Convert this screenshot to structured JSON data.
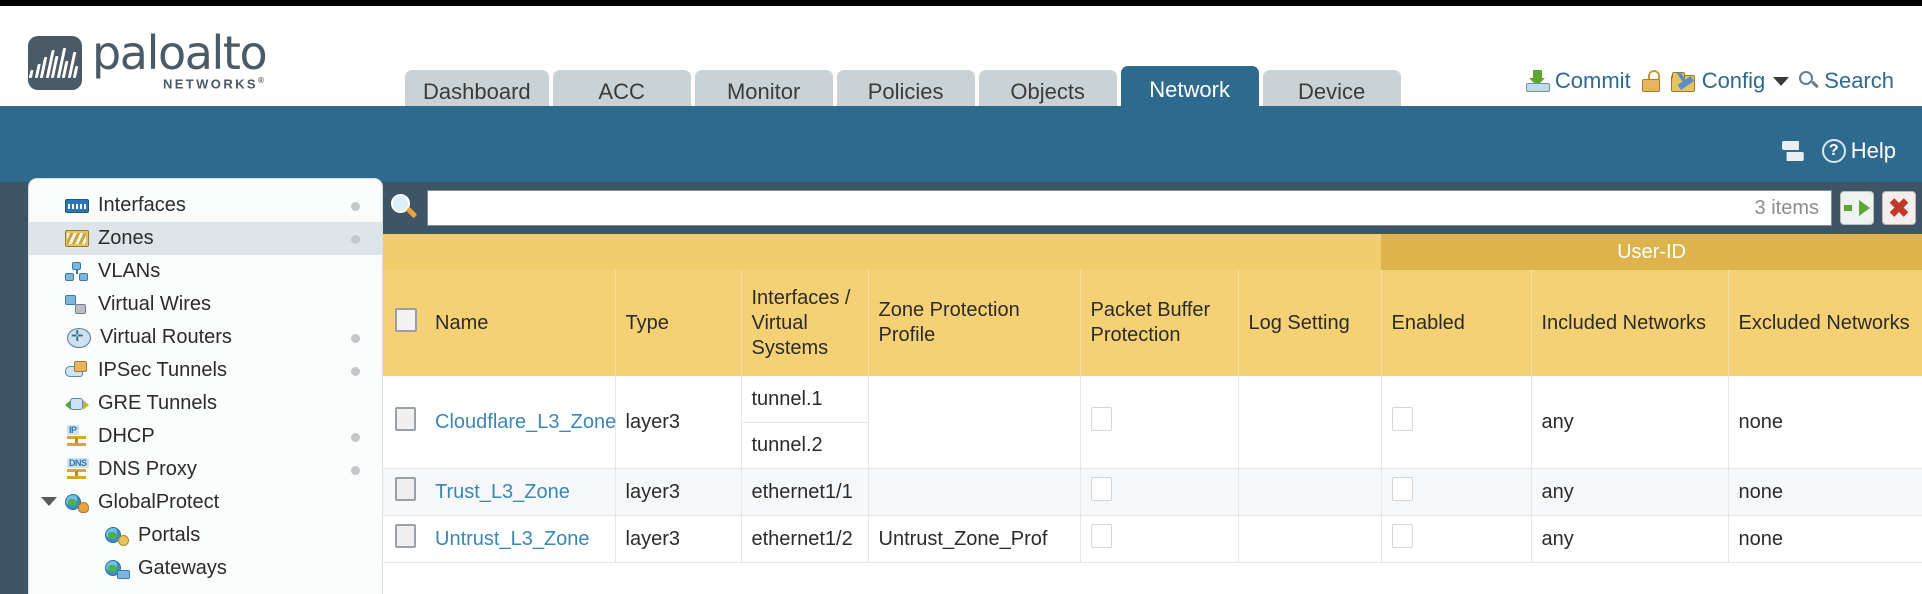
{
  "brand": {
    "name": "paloalto",
    "sub": "NETWORKS",
    "reg": "®"
  },
  "nav": {
    "tabs": [
      {
        "label": "Dashboard",
        "active": false
      },
      {
        "label": "ACC",
        "active": false
      },
      {
        "label": "Monitor",
        "active": false
      },
      {
        "label": "Policies",
        "active": false
      },
      {
        "label": "Objects",
        "active": false
      },
      {
        "label": "Network",
        "active": true
      },
      {
        "label": "Device",
        "active": false
      }
    ]
  },
  "header_actions": {
    "commit": {
      "label": "Commit",
      "icon": "commit-icon"
    },
    "lock": {
      "icon": "lock-icon"
    },
    "config": {
      "label": "Config",
      "icon": "config-icon",
      "caret": "chevron-down-icon"
    },
    "search": {
      "label": "Search",
      "icon": "search-icon"
    }
  },
  "band": {
    "refresh": {
      "icon": "refresh-icon"
    },
    "help": {
      "label": "Help",
      "icon": "help-icon",
      "glyph": "?"
    }
  },
  "sidebar": {
    "items": [
      {
        "label": "Interfaces",
        "icon": "interfaces-icon",
        "dot": true,
        "selected": false,
        "child": false,
        "caret": false
      },
      {
        "label": "Zones",
        "icon": "zones-icon",
        "dot": true,
        "selected": true,
        "child": false,
        "caret": false
      },
      {
        "label": "VLANs",
        "icon": "vlans-icon",
        "dot": false,
        "selected": false,
        "child": false,
        "caret": false
      },
      {
        "label": "Virtual Wires",
        "icon": "virtual-wires-icon",
        "dot": false,
        "selected": false,
        "child": false,
        "caret": false
      },
      {
        "label": "Virtual Routers",
        "icon": "virtual-routers-icon",
        "dot": true,
        "selected": false,
        "child": false,
        "caret": false
      },
      {
        "label": "IPSec Tunnels",
        "icon": "ipsec-tunnels-icon",
        "dot": true,
        "selected": false,
        "child": false,
        "caret": false
      },
      {
        "label": "GRE Tunnels",
        "icon": "gre-tunnels-icon",
        "dot": false,
        "selected": false,
        "child": false,
        "caret": false
      },
      {
        "label": "DHCP",
        "icon": "dhcp-icon",
        "dot": true,
        "selected": false,
        "child": false,
        "caret": false,
        "badge": "IP"
      },
      {
        "label": "DNS Proxy",
        "icon": "dns-proxy-icon",
        "dot": true,
        "selected": false,
        "child": false,
        "caret": false,
        "badge": "DNS"
      },
      {
        "label": "GlobalProtect",
        "icon": "globalprotect-icon",
        "dot": false,
        "selected": false,
        "child": false,
        "caret": true
      },
      {
        "label": "Portals",
        "icon": "portals-icon",
        "dot": false,
        "selected": false,
        "child": true,
        "caret": false
      },
      {
        "label": "Gateways",
        "icon": "gateways-icon",
        "dot": false,
        "selected": false,
        "child": true,
        "caret": false
      }
    ]
  },
  "search": {
    "icon": "search-magnifier-icon",
    "value": "",
    "placeholder": "",
    "items_count": "3 items",
    "apply_button": "apply-filter-icon",
    "clear_button": "clear-filter-icon"
  },
  "table": {
    "group_header": "User-ID",
    "columns": [
      "Name",
      "Type",
      "Interfaces / Virtual Systems",
      "Zone Protection Profile",
      "Packet Buffer Protection",
      "Log Setting",
      "Enabled",
      "Included Networks",
      "Excluded Networks"
    ],
    "rows": [
      {
        "name": "Cloudflare_L3_Zone",
        "type": "layer3",
        "interfaces": [
          "tunnel.1",
          "tunnel.2"
        ],
        "zone_protection_profile": "",
        "packet_buffer_protection": false,
        "log_setting": "",
        "userid_enabled": false,
        "included_networks": "any",
        "excluded_networks": "none"
      },
      {
        "name": "Trust_L3_Zone",
        "type": "layer3",
        "interfaces": [
          "ethernet1/1"
        ],
        "zone_protection_profile": "",
        "packet_buffer_protection": false,
        "log_setting": "",
        "userid_enabled": false,
        "included_networks": "any",
        "excluded_networks": "none"
      },
      {
        "name": "Untrust_L3_Zone",
        "type": "layer3",
        "interfaces": [
          "ethernet1/2"
        ],
        "zone_protection_profile": "Untrust_Zone_Prof",
        "packet_buffer_protection": false,
        "log_setting": "",
        "userid_enabled": false,
        "included_networks": "any",
        "excluded_networks": "none"
      }
    ]
  },
  "colors": {
    "brand_blue": "#2e6a8e",
    "band_blue": "#3d5567",
    "header_yellow": "#f5d175",
    "group_yellow": "#ddb44c",
    "link_blue": "#3a87b5",
    "tab_inactive": "#c9d3d6"
  }
}
